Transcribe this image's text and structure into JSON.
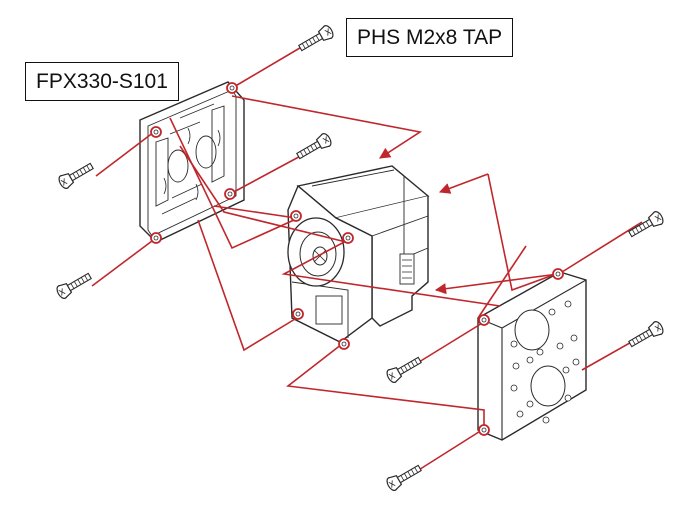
{
  "labels": {
    "frame_part": "FPX330-S101",
    "screw_part": "PHS M2x8 TAP"
  },
  "colors": {
    "assembly_line": "#c0272d",
    "outline": "#2a2a2a",
    "hole_fill": "#ffffff"
  },
  "icons": {
    "arrow": "arrowhead",
    "screw": "phillips-head-screw-icon"
  }
}
